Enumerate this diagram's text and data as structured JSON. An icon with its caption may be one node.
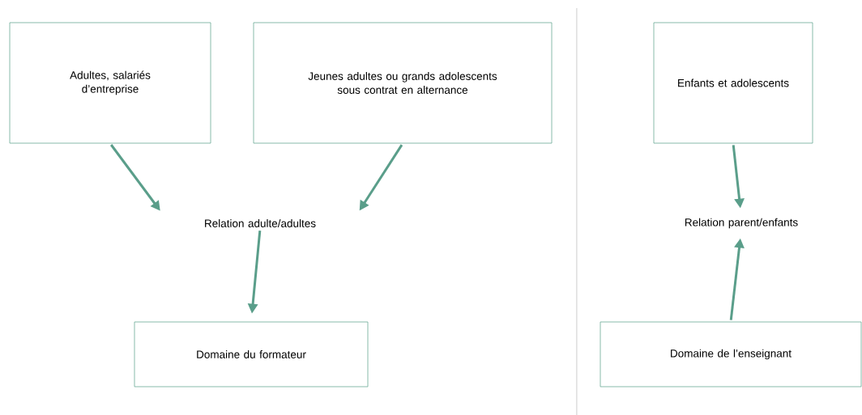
{
  "diagram": {
    "nodes": [
      {
        "text": [
          "Adultes, salariés d’entreprise"
        ]
      },
      {
        "text": [
          "Jeunes adultes ou grands adolescents sous contrat en alternance"
        ]
      },
      {
        "text": [
          "Relation adulte/adultes"
        ]
      },
      {
        "text": [
          "Domaine du formateur"
        ]
      },
      {
        "text": [
          "Enfants et adolescents"
        ]
      },
      {
        "text": [
          "Relation parent/enfants"
        ]
      },
      {
        "text": [
          "Domaine de l’enseignant"
        ]
      }
    ],
    "edges": [
      {
        "from": 0,
        "to": 2,
        "arrow": "to"
      },
      {
        "from": 1,
        "to": 2,
        "arrow": "to"
      },
      {
        "from": 2,
        "to": 3,
        "arrow": "to"
      },
      {
        "from": 4,
        "to": 5,
        "arrow": "to"
      },
      {
        "from": 6,
        "to": 5,
        "arrow": "to"
      }
    ]
  }
}
